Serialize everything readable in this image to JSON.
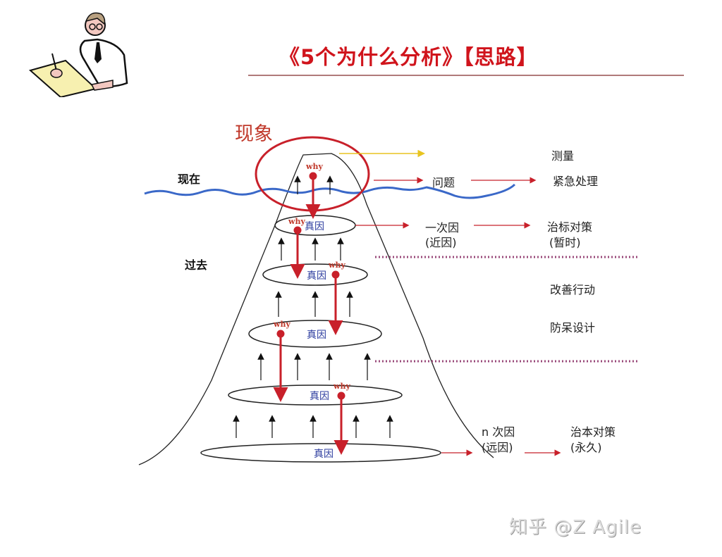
{
  "title": "《5个为什么分析》【思路】",
  "illustration": {
    "icon": "scientist-writing-icon",
    "description": "man with glasses writing in a notebook"
  },
  "labels": {
    "phenomenon": "现象",
    "present": "现在",
    "past": "过去"
  },
  "right_column": {
    "measure": "测量",
    "problem": "问题",
    "emergency": "紧急处理",
    "first_cause": "一次因",
    "first_cause_sub": "(近因)",
    "symptom_fix": "治标对策",
    "symptom_fix_sub": "(暂时)",
    "improve_action": "改善行动",
    "poka_yoke": "防呆设计",
    "nth_cause": "n 次因",
    "nth_cause_sub": "(远因)",
    "root_fix": "治本对策",
    "root_fix_sub": "(永久)"
  },
  "levels": [
    {
      "why": "why",
      "cause": ""
    },
    {
      "why": "why",
      "cause": "真因"
    },
    {
      "why": "why",
      "cause": "真因"
    },
    {
      "why": "why",
      "cause": "真因"
    },
    {
      "why": "why",
      "cause": "真因"
    },
    {
      "why": "",
      "cause": "真因"
    }
  ],
  "colors": {
    "title_red": "#d0141c",
    "why_arrow_red": "#c8202a",
    "water_blue": "#3a68c8",
    "yellow_arrow": "#e8c420",
    "dotted_purple": "#9a4a7a",
    "cause_blue": "#2b3b9e"
  },
  "watermark": "知乎 @Z Agile"
}
